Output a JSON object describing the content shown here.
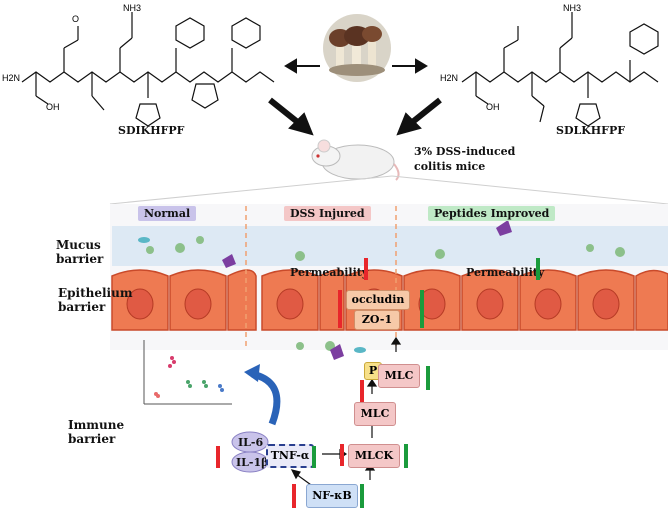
{
  "peptides": {
    "left": {
      "name": "SDIKHFPF",
      "groups": {
        "nh3": "NH3",
        "h2n": "H2N",
        "oh": "OH",
        "oxo": "O"
      }
    },
    "right": {
      "name": "SDLKHFPF",
      "groups": {
        "nh3": "NH3",
        "h2n": "H2N",
        "oh": "OH"
      }
    }
  },
  "model": {
    "line1": "3% DSS-induced",
    "line2": "colitis mice"
  },
  "sections": {
    "normal": "Normal",
    "dss": "DSS Injured",
    "improved": "Peptides Improved"
  },
  "barriers": {
    "mucus": [
      "Mucus",
      "barrier"
    ],
    "epithelium": [
      "Epithelium",
      "barrier"
    ],
    "immune": [
      "Immune",
      "barrier"
    ]
  },
  "labels": {
    "permeability_dss": "Permeability",
    "permeability_improved": "Permeability",
    "occludin": "occludin",
    "zo1": "ZO-1",
    "p": "P",
    "mlc_top": "MLC",
    "mlc_bottom": "MLC",
    "mlck": "MLCK",
    "nfkb": "NF-κB",
    "il6": "IL-6",
    "il1b": "IL-1β",
    "tnfa": "TNF-α"
  },
  "colors": {
    "up_arrow": "#e8262b",
    "down_arrow": "#1a9b3c",
    "normal_tag": "#c9c3ea",
    "dss_tag": "#f4c7c7",
    "improved_tag": "#bfe9c6",
    "mucus": "#dce9f4",
    "epithelium": "#e9734f"
  }
}
